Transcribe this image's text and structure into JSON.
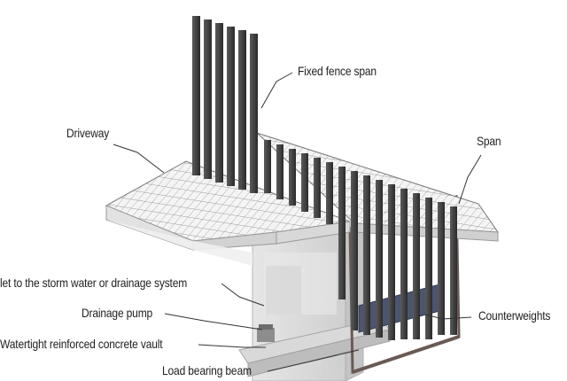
{
  "diagram": {
    "labels": {
      "fixed_fence_span": "Fixed fence span",
      "driveway": "Driveway",
      "span": "Span",
      "outlet": "let to the storm water or drainage system",
      "drainage_pump": "Drainage pump",
      "counterweights": "Counterweights",
      "vault": "Watertight reinforced concrete vault",
      "load_beam": "Load bearing beam"
    },
    "colors": {
      "post": "#4a4a4a",
      "post_shade": "#2e2e2e",
      "paving": "#f2f2f2",
      "paving_grid": "#8a8a8a",
      "vault_glass": "#dcdcdc",
      "counterweight": "#4c5570",
      "frame": "#6a5a55",
      "leader": "#333333"
    }
  }
}
